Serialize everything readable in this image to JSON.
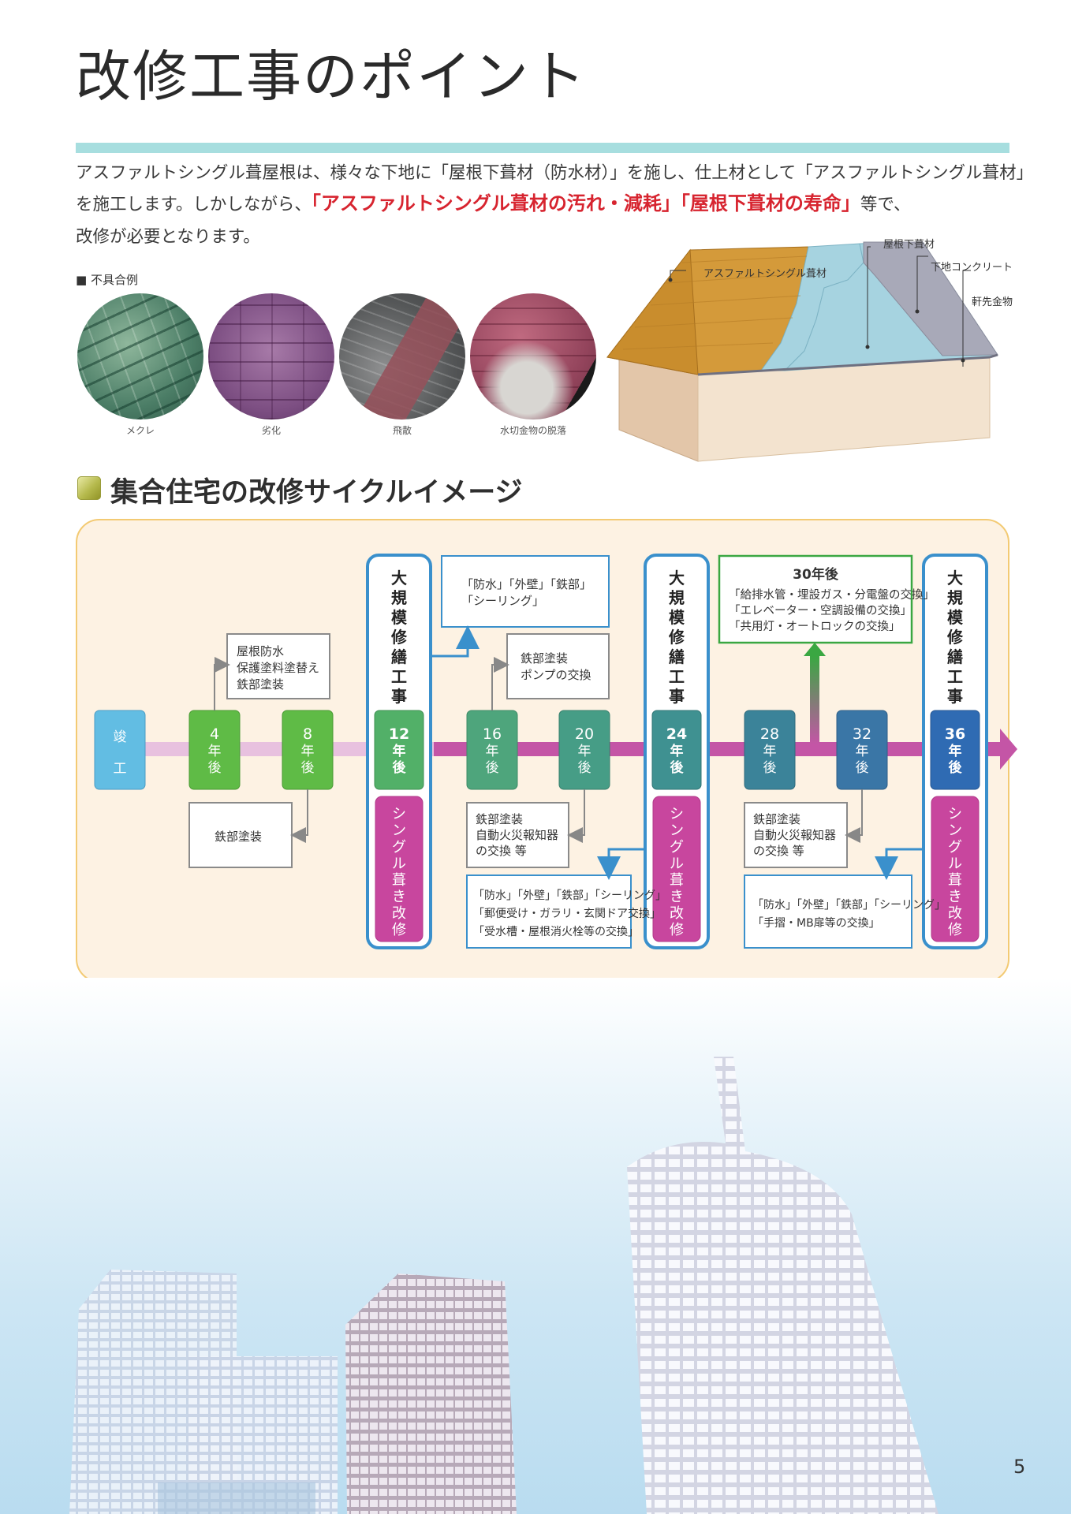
{
  "page": {
    "title": "改修工事のポイント",
    "page_number": "5"
  },
  "intro": {
    "line1": "アスファルトシングル葺屋根は、様々な下地に「屋根下葺材（防水材）」を施し、仕上材として「アスファルトシングル葺材」",
    "line2_before": "を施工します。しかしながら、",
    "line2_highlight": "「アスファルトシングル葺材の汚れ・減耗」「屋根下葺材の寿命」",
    "line2_after": "等で、",
    "line3": "改修が必要となります。"
  },
  "defects": {
    "label": "■ 不具合例",
    "photos": [
      {
        "caption": "メクレ"
      },
      {
        "caption": "劣化"
      },
      {
        "caption": "飛散"
      },
      {
        "caption": "水切金物の脱落"
      }
    ]
  },
  "roof_diagram": {
    "labels": {
      "underlay": "屋根下葺材",
      "shingle": "アスファルトシングル葺材",
      "concrete": "下地コンクリート",
      "eaves": "軒先金物"
    },
    "colors": {
      "shingle": "#d49a3a",
      "underlay": "#a6d3e0",
      "concrete": "#a8a9b8",
      "wall": "#f0deca"
    }
  },
  "cycle": {
    "section_title": "集合住宅の改修サイクルイメージ",
    "milestones": [
      {
        "label": "竣工"
      },
      {
        "label": "4年後"
      },
      {
        "label": "8年後"
      },
      {
        "label": "12年後"
      },
      {
        "label": "16年後"
      },
      {
        "label": "20年後"
      },
      {
        "label": "24年後"
      },
      {
        "label": "28年後"
      },
      {
        "label": "32年後"
      },
      {
        "label": "36年後"
      }
    ],
    "major_repair_label": "大規模修繕工事",
    "shingle_label": "シングル葺き改修",
    "boxes": {
      "y4": [
        "屋根防水",
        "保護塗料塗替え",
        "鉄部塗装"
      ],
      "y8": [
        "鉄部塗装"
      ],
      "y12_up": [
        "「防水」「外壁」「鉄部」",
        "「シーリング」"
      ],
      "y16": [
        "鉄部塗装",
        "ポンプの交換"
      ],
      "y20": [
        "鉄部塗装",
        "自動火災報知器",
        "の交換 等"
      ],
      "y24_down": [
        "「防水」「外壁」「鉄部」「シーリング」",
        "「郵便受け・ガラリ・玄関ドア交換」",
        "「受水槽・屋根消火栓等の交換」"
      ],
      "y30_title": "30年後",
      "y30": [
        "「給排水管・埋設ガス・分電盤の交換」",
        "「エレベーター・空調設備の交換」",
        "「共用灯・オートロックの交換」"
      ],
      "y32": [
        "鉄部塗装",
        "自動火災報知器",
        "の交換 等"
      ],
      "y36_down": [
        "「防水」「外壁」「鉄部」「シーリング」",
        "「手摺・MB扉等の交換」"
      ]
    },
    "colors": {
      "arrow_light": "#e8c1df",
      "arrow_dark": "#c455a6",
      "major_border": "#3a90cc",
      "shingle_fill": "#c8469e",
      "green_border": "#3aa742"
    }
  }
}
